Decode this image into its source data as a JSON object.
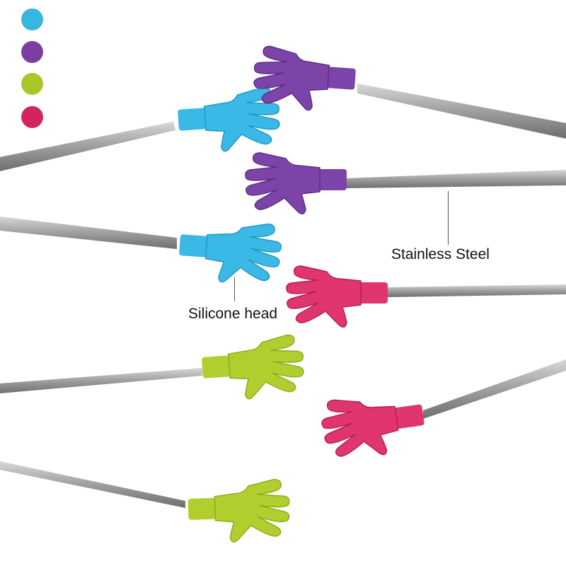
{
  "image": {
    "subject": "silicone hand tongs",
    "background": "#ffffff"
  },
  "swatches": [
    {
      "name": "blue",
      "color": "#37b6e0"
    },
    {
      "name": "purple",
      "color": "#7a3fa0"
    },
    {
      "name": "green",
      "color": "#a9c62b"
    },
    {
      "name": "pink",
      "color": "#d2245e"
    }
  ],
  "tongs": [
    {
      "name": "blue",
      "color": "#3ab8e6",
      "shade": "#2498c4"
    },
    {
      "name": "purple",
      "color": "#7c44a8",
      "shade": "#5e2e86"
    },
    {
      "name": "green",
      "color": "#b0cf2e",
      "shade": "#8fab1e"
    },
    {
      "name": "pink",
      "color": "#e0356f",
      "shade": "#b8204f"
    }
  ],
  "labels": {
    "silicone": "Silicone head",
    "steel": "Stainless Steel"
  },
  "icons": {
    "swatch": "color-dot-icon",
    "hand": "hand-tong-head-icon"
  },
  "steel_color": "#9a9a9a"
}
